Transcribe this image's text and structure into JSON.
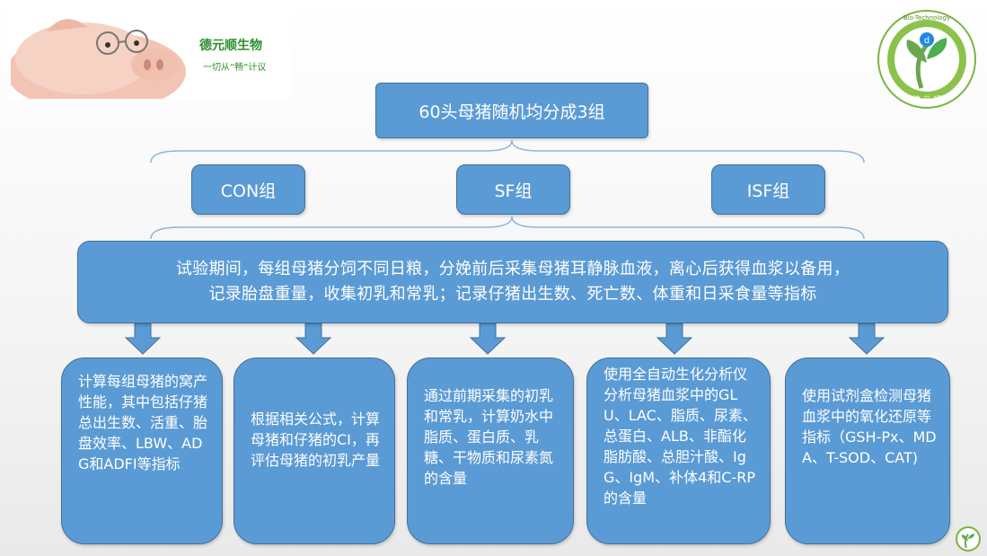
{
  "brand": {
    "name": "德元顺生物",
    "slogan": "一切从“畅”计议",
    "badge_text": "Bio-Technology",
    "badge_chars": "德 元 顺"
  },
  "title": "60头母猪随机均分成3组",
  "groups": [
    "CON组",
    "SF组",
    "ISF组"
  ],
  "procedure": {
    "line1": "试验期间，每组母猪分饲不同日粮，分娩前后采集母猪耳静脉血液，离心后获得血浆以备用，",
    "line2": "记录胎盘重量，收集初乳和常乳；记录仔猪出生数、死亡数、体重和日采食量等指标"
  },
  "steps": [
    "计算每组母猪的窝产性能，其中包括仔猪总出生数、活重、胎盘效率、LBW、ADG和ADFI等指标",
    "根据相关公式，计算母猪和仔猪的CI，再评估母猪的初乳产量",
    "通过前期采集的初乳和常乳，计算奶水中脂质、蛋白质、乳糖、干物质和尿素氮的含量",
    "使用全自动生化分析仪分析母猪血浆中的GLU、LAC、脂质、尿素、总蛋白、ALB、非酯化脂肪酸、总胆汁酸、IgG、IgM、补体4和C-RP的含量",
    "使用试剂盒检测母猪血浆中的氧化还原等指标（GSH-Px、MDA、T-SOD、CAT)"
  ],
  "colors": {
    "box_fill": "#5b9bd5",
    "box_border": "#41719c",
    "text": "#ffffff",
    "brand_green": "#2f8f2f"
  }
}
